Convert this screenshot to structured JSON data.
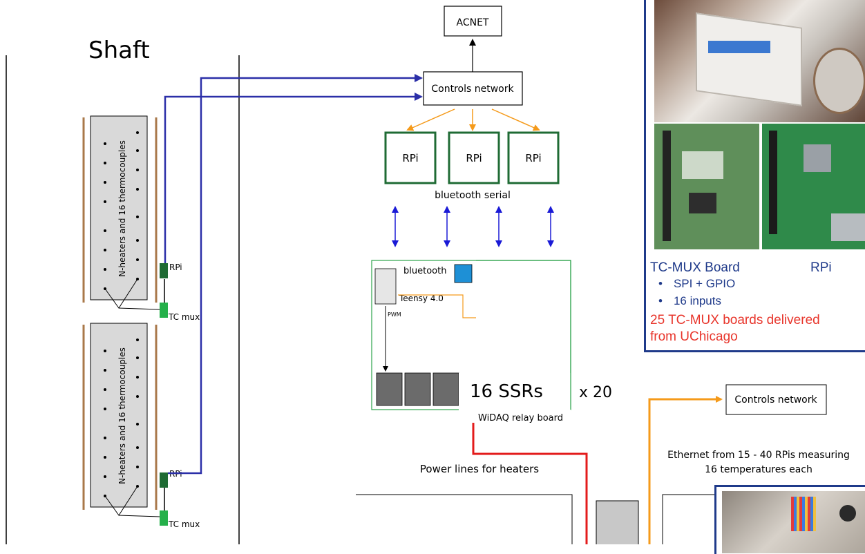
{
  "shaft_label": "Shaft",
  "heater_blocks": [
    {
      "label": "N-heaters and 16 thermocouples",
      "rpi_label": "RPi",
      "mux_label": "TC mux"
    },
    {
      "label": "N-heaters and 16 thermocouples",
      "rpi_label": "RPi",
      "mux_label": "TC mux"
    }
  ],
  "acnet_label": "ACNET",
  "controls_network_label": "Controls network",
  "rpi_boxes": [
    "RPi",
    "RPi",
    "RPi"
  ],
  "bluetooth_serial_label": "bluetooth serial",
  "relay_board": {
    "bluetooth_label": "bluetooth",
    "teensy_label": "Teensy 4.0",
    "pwm_label": "PWM",
    "ssr_label": "16 SSRs",
    "multiplier_label": "x 20",
    "board_label": "WiDAQ relay board"
  },
  "power_lines_label": "Power lines for heaters",
  "ethernet_label_line1": "Ethernet from 15 - 40 RPis measuring",
  "ethernet_label_line2": "16 temperatures each",
  "controls_network_label_2": "Controls network",
  "tc_mux_card": {
    "title": "TC-MUX Board",
    "rpi_title": "RPi",
    "bullets": [
      "SPI + GPIO",
      "16 inputs"
    ],
    "delivered_line1": "25 TC-MUX boards delivered",
    "delivered_line2": "from UChicago",
    "delivered_color": "#e8352b"
  },
  "colors": {
    "blue_line": "#2b2fa8",
    "orange_line": "#f59a1a",
    "red_line": "#e31b1b",
    "rpi_green": "#1f6b34",
    "mux_green": "#25b04a",
    "heater_bar": "#a9784a",
    "bluetooth_chip": "#1e90d6",
    "ssr_gray": "#6b6b6b"
  }
}
